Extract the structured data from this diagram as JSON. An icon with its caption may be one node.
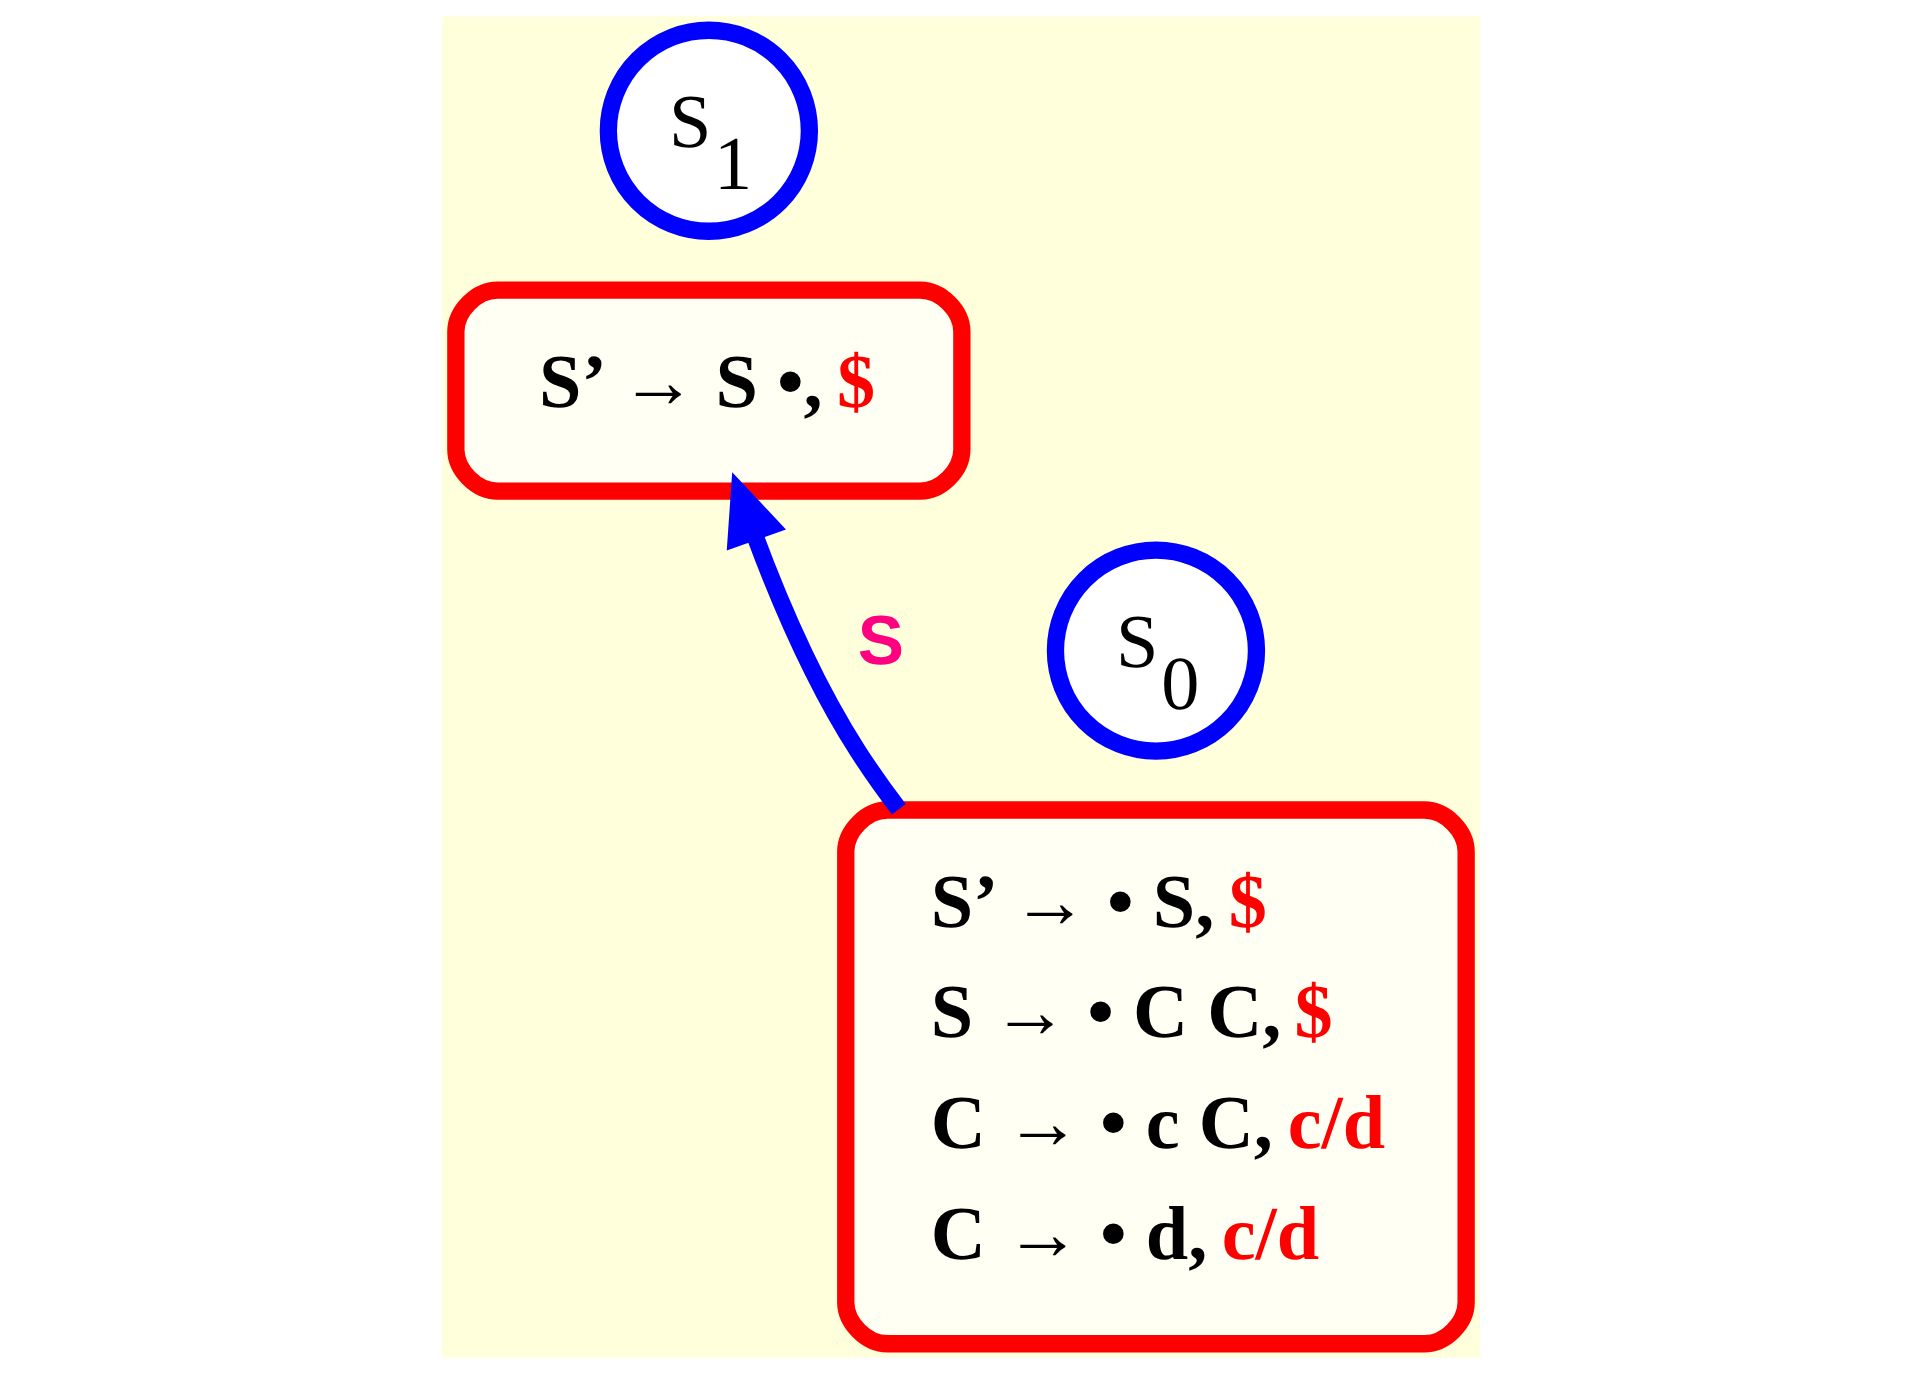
{
  "diagram": {
    "nodes": [
      {
        "text": [
          "S$_{1}$"
        ]
      },
      {
        "text": [
          "S’ → S •, $"
        ]
      },
      {
        "text": [
          "S$_{0}$"
        ]
      },
      {
        "text": [
          "S’ → • S, $",
          "S → • C C, $",
          "C → • c C, c/d",
          "C → • d, c/d"
        ]
      }
    ],
    "edges": [
      {
        "from": 3,
        "to": 1,
        "arrow": "to",
        "label": "S"
      }
    ]
  }
}
